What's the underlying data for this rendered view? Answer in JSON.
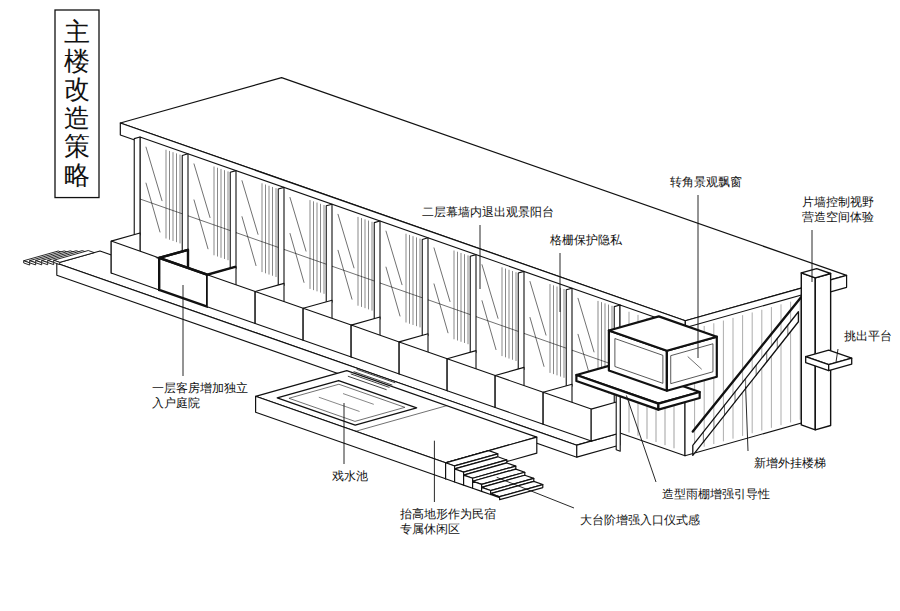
{
  "diagram": {
    "title": "主楼改造策略",
    "labels": [
      "转角景观飘窗",
      "片墙控制视野 营造空间体验",
      "二层幕墙内退出观景阳台",
      "格栅保护隐私",
      "挑出平台",
      "一层客房增加独立 入户庭院",
      "戏水池",
      "抬高地形作为民宿 专属休闲区",
      "大台阶增强入口仪式感",
      "造型雨棚增强引导性",
      "新增外挂楼梯"
    ]
  }
}
